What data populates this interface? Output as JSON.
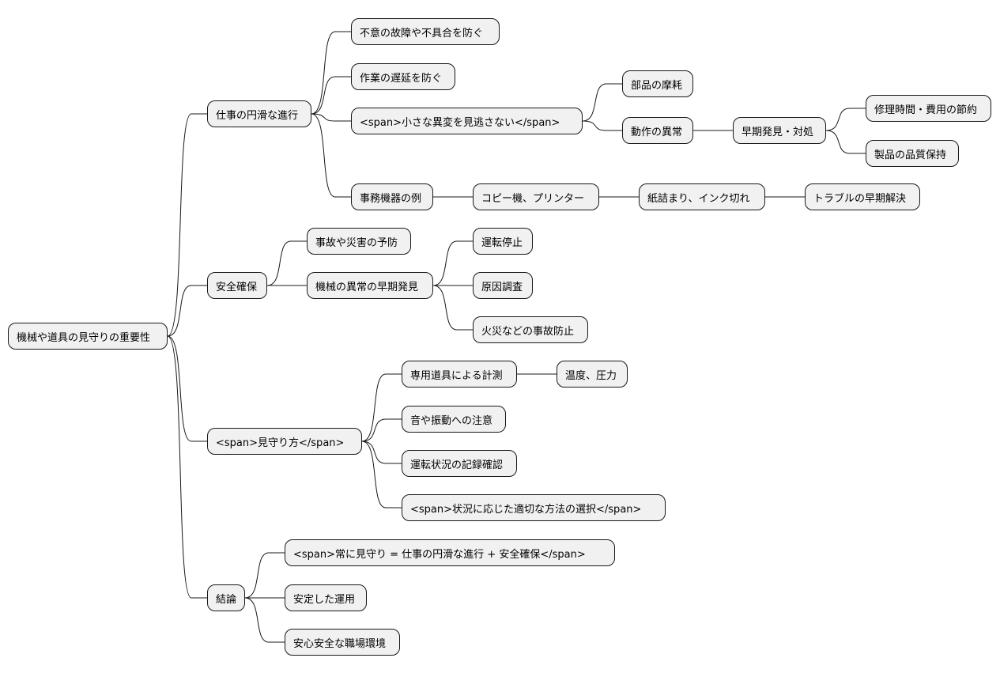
{
  "colors": {
    "node_fill": "#f1f1f1",
    "node_border": "#181818",
    "line": "#181818",
    "background": "#ffffff"
  },
  "mindmap": {
    "root": {
      "label": "機械や道具の見守りの重要性",
      "children": [
        {
          "label": "仕事の円滑な進行",
          "children": [
            {
              "label": "不意の故障や不具合を防ぐ"
            },
            {
              "label": "作業の遅延を防ぐ"
            },
            {
              "label": "<span>小さな異変を見逃さない</span>",
              "children": [
                {
                  "label": "部品の摩耗"
                },
                {
                  "label": "動作の異常",
                  "children": [
                    {
                      "label": "早期発見・対処",
                      "children": [
                        {
                          "label": "修理時間・費用の節約"
                        },
                        {
                          "label": "製品の品質保持"
                        }
                      ]
                    }
                  ]
                }
              ]
            },
            {
              "label": "事務機器の例",
              "children": [
                {
                  "label": "コピー機、プリンター",
                  "children": [
                    {
                      "label": "紙詰まり、インク切れ",
                      "children": [
                        {
                          "label": "トラブルの早期解決"
                        }
                      ]
                    }
                  ]
                }
              ]
            }
          ]
        },
        {
          "label": "安全確保",
          "children": [
            {
              "label": "事故や災害の予防"
            },
            {
              "label": "機械の異常の早期発見",
              "children": [
                {
                  "label": "運転停止"
                },
                {
                  "label": "原因調査"
                },
                {
                  "label": "火災などの事故防止"
                }
              ]
            }
          ]
        },
        {
          "label": "<span>見守り方</span>",
          "children": [
            {
              "label": "専用道具による計測",
              "children": [
                {
                  "label": "温度、圧力"
                }
              ]
            },
            {
              "label": "音や振動への注意"
            },
            {
              "label": "運転状況の記録確認"
            },
            {
              "label": "<span>状況に応じた適切な方法の選択</span>"
            }
          ]
        },
        {
          "label": "結論",
          "children": [
            {
              "label": "<span>常に見守り = 仕事の円滑な進行 + 安全確保</span>"
            },
            {
              "label": "安定した運用"
            },
            {
              "label": "安心安全な職場環境"
            }
          ]
        }
      ]
    }
  }
}
